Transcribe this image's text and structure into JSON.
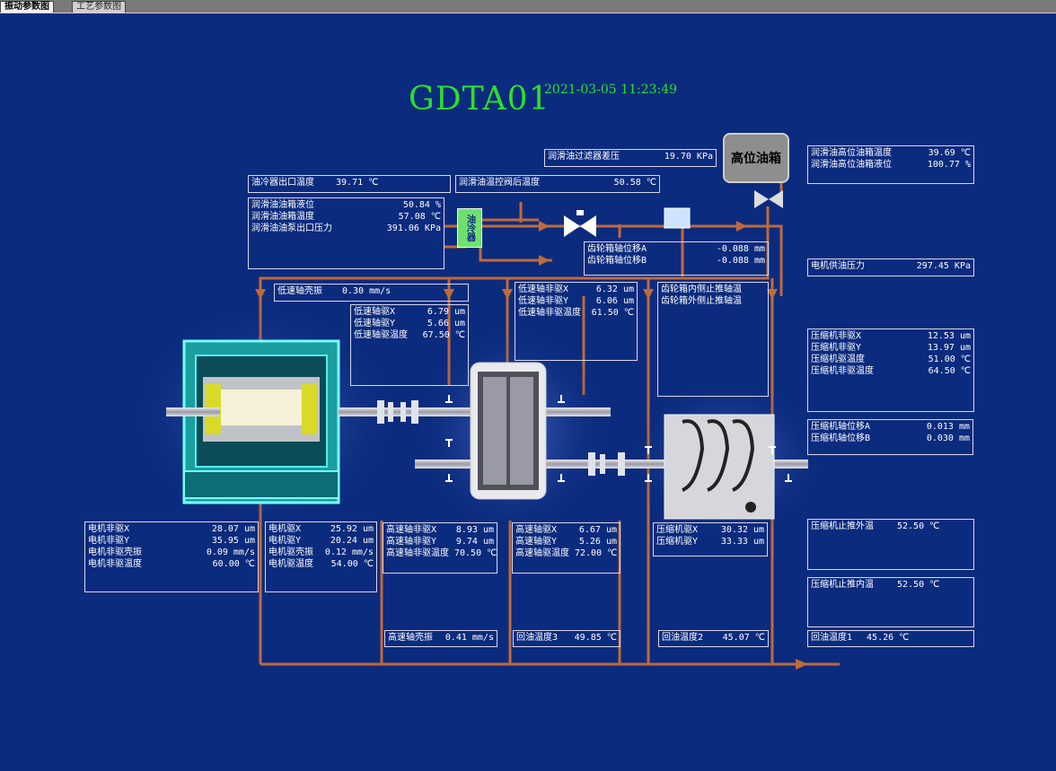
{
  "tabs": [
    {
      "label": "振动参数图"
    },
    {
      "label": "工艺参数图"
    }
  ],
  "title": "GDTA01",
  "datetime": "2021-03-05 11:23:49",
  "tank_label": "高位油箱",
  "cooler_label": "油冷器",
  "colors": {
    "background": "#0b2b7e",
    "pipe": "#c06a3a",
    "title": "#2be02b"
  },
  "boxes": {
    "oil_cooler_outlet": [
      {
        "label": "油冷器出口温度",
        "value": "39.71 ℃"
      }
    ],
    "oil_tank": [
      {
        "label": "润滑油油箱液位",
        "value": "50.84 %"
      },
      {
        "label": "润滑油油箱温度",
        "value": "57.08 ℃"
      },
      {
        "label": "润滑油油泵出口压力",
        "value": "391.06 KPa"
      }
    ],
    "temp_ctrl_valve": [
      {
        "label": "润滑油温控阀后温度",
        "value": "50.58 ℃"
      }
    ],
    "filter_dp": [
      {
        "label": "润滑油过滤器差压",
        "value": "19.70 KPa"
      }
    ],
    "high_tank": [
      {
        "label": "润滑油高位油箱温度",
        "value": "39.69 ℃"
      },
      {
        "label": "润滑油高位油箱液位",
        "value": "100.77 %"
      }
    ],
    "gear_axial": [
      {
        "label": "齿轮箱轴位移A",
        "value": "-0.088 mm"
      },
      {
        "label": "齿轮箱轴位移B",
        "value": "-0.088 mm"
      }
    ],
    "motor_oil_pressure": [
      {
        "label": "电机供油压力",
        "value": "297.45 KPa"
      }
    ],
    "low_speed_shell": [
      {
        "label": "低速轴壳振",
        "value": "0.30 mm/s"
      }
    ],
    "low_speed_drive": [
      {
        "label": "低速轴驱X",
        "value": "6.79 um"
      },
      {
        "label": "低速轴驱Y",
        "value": "5.66 um"
      },
      {
        "label": "低速轴驱温度",
        "value": "67.50 ℃"
      }
    ],
    "low_speed_nondrive": [
      {
        "label": "低速轴非驱X",
        "value": "6.32 um"
      },
      {
        "label": "低速轴非驱Y",
        "value": "6.06 um"
      },
      {
        "label": "低速轴非驱温度",
        "value": "61.50 ℃"
      }
    ],
    "gear_thrust": [
      {
        "label": "齿轮箱内侧止推轴温",
        "value": ""
      },
      {
        "label": "齿轮箱外侧止推轴温",
        "value": ""
      }
    ],
    "comp_nondrive": [
      {
        "label": "压缩机非驱X",
        "value": "12.53 um"
      },
      {
        "label": "压缩机非驱Y",
        "value": "13.97 um"
      },
      {
        "label": "压缩机驱温度",
        "value": "51.00 ℃"
      },
      {
        "label": "压缩机非驱温度",
        "value": "64.50 ℃"
      }
    ],
    "comp_axial": [
      {
        "label": "压缩机轴位移A",
        "value": "0.013 mm"
      },
      {
        "label": "压缩机轴位移B",
        "value": "0.030 mm"
      }
    ],
    "motor_nondrive": [
      {
        "label": "电机非驱X",
        "value": "28.07 um"
      },
      {
        "label": "电机非驱Y",
        "value": "35.95 um"
      },
      {
        "label": "电机非驱壳振",
        "value": "0.09 mm/s"
      },
      {
        "label": "电机非驱温度",
        "value": "60.00 ℃"
      }
    ],
    "motor_drive": [
      {
        "label": "电机驱X",
        "value": "25.92 um"
      },
      {
        "label": "电机驱Y",
        "value": "20.24 um"
      },
      {
        "label": "电机驱壳振",
        "value": "0.12 mm/s"
      },
      {
        "label": "电机驱温度",
        "value": "54.00 ℃"
      }
    ],
    "high_speed_nondrive": [
      {
        "label": "高速轴非驱X",
        "value": "8.93 um"
      },
      {
        "label": "高速轴非驱Y",
        "value": "9.74 um"
      },
      {
        "label": "高速轴非驱温度",
        "value": "70.50 ℃"
      }
    ],
    "high_speed_drive": [
      {
        "label": "高速轴驱X",
        "value": "6.67 um"
      },
      {
        "label": "高速轴驱Y",
        "value": "5.26 um"
      },
      {
        "label": "高速轴驱温度",
        "value": "72.00 ℃"
      }
    ],
    "comp_drive": [
      {
        "label": "压缩机驱X",
        "value": "30.32 um"
      },
      {
        "label": "压缩机驱Y",
        "value": "33.33 um"
      }
    ],
    "comp_thrust_out": [
      {
        "label": "压缩机止推外温",
        "value": "52.50 ℃"
      }
    ],
    "comp_thrust_in": [
      {
        "label": "压缩机止推内温",
        "value": "52.50 ℃"
      }
    ],
    "high_speed_shell": [
      {
        "label": "高速轴壳振",
        "value": "0.41 mm/s"
      }
    ],
    "return_oil_3": [
      {
        "label": "回油温度3",
        "value": "49.85 ℃"
      }
    ],
    "return_oil_2": [
      {
        "label": "回油温度2",
        "value": "45.07 ℃"
      }
    ],
    "return_oil_1": [
      {
        "label": "回油温度1",
        "value": "45.26 ℃"
      }
    ]
  }
}
